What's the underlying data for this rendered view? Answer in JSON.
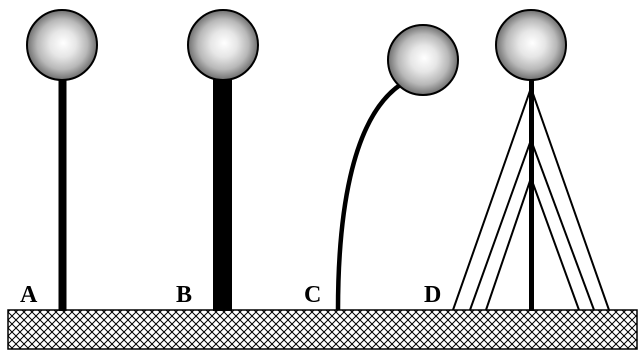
{
  "labels": {
    "a": "A",
    "b": "B",
    "c": "C",
    "d": "D"
  },
  "colors": {
    "background": "#ffffff",
    "stroke": "#000000",
    "ball_highlight": "#ffffff",
    "ball_mid": "#bdbdbd",
    "ball_dark": "#6f6f6f",
    "ground_fill": "#ffffff",
    "ground_hatch": "#000000"
  },
  "icons": {
    "ball": "sphere-icon",
    "ground": "crosshatch-ground-icon"
  }
}
